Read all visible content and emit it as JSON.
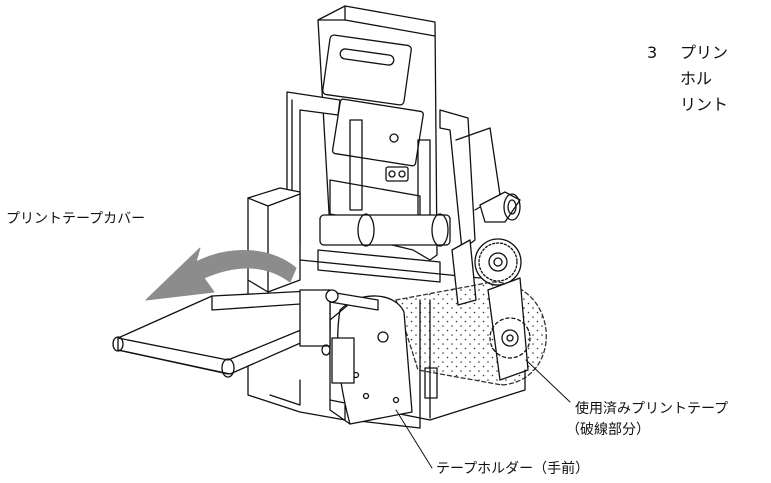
{
  "step": {
    "number": "3",
    "lines": [
      "プリン",
      "ホル",
      "リント"
    ]
  },
  "labels": {
    "cover": "プリントテープカバー",
    "used_tape_line1": "使用済みプリントテープ",
    "used_tape_line2": "（破線部分）",
    "holder": "テープホルダー（手前）"
  }
}
